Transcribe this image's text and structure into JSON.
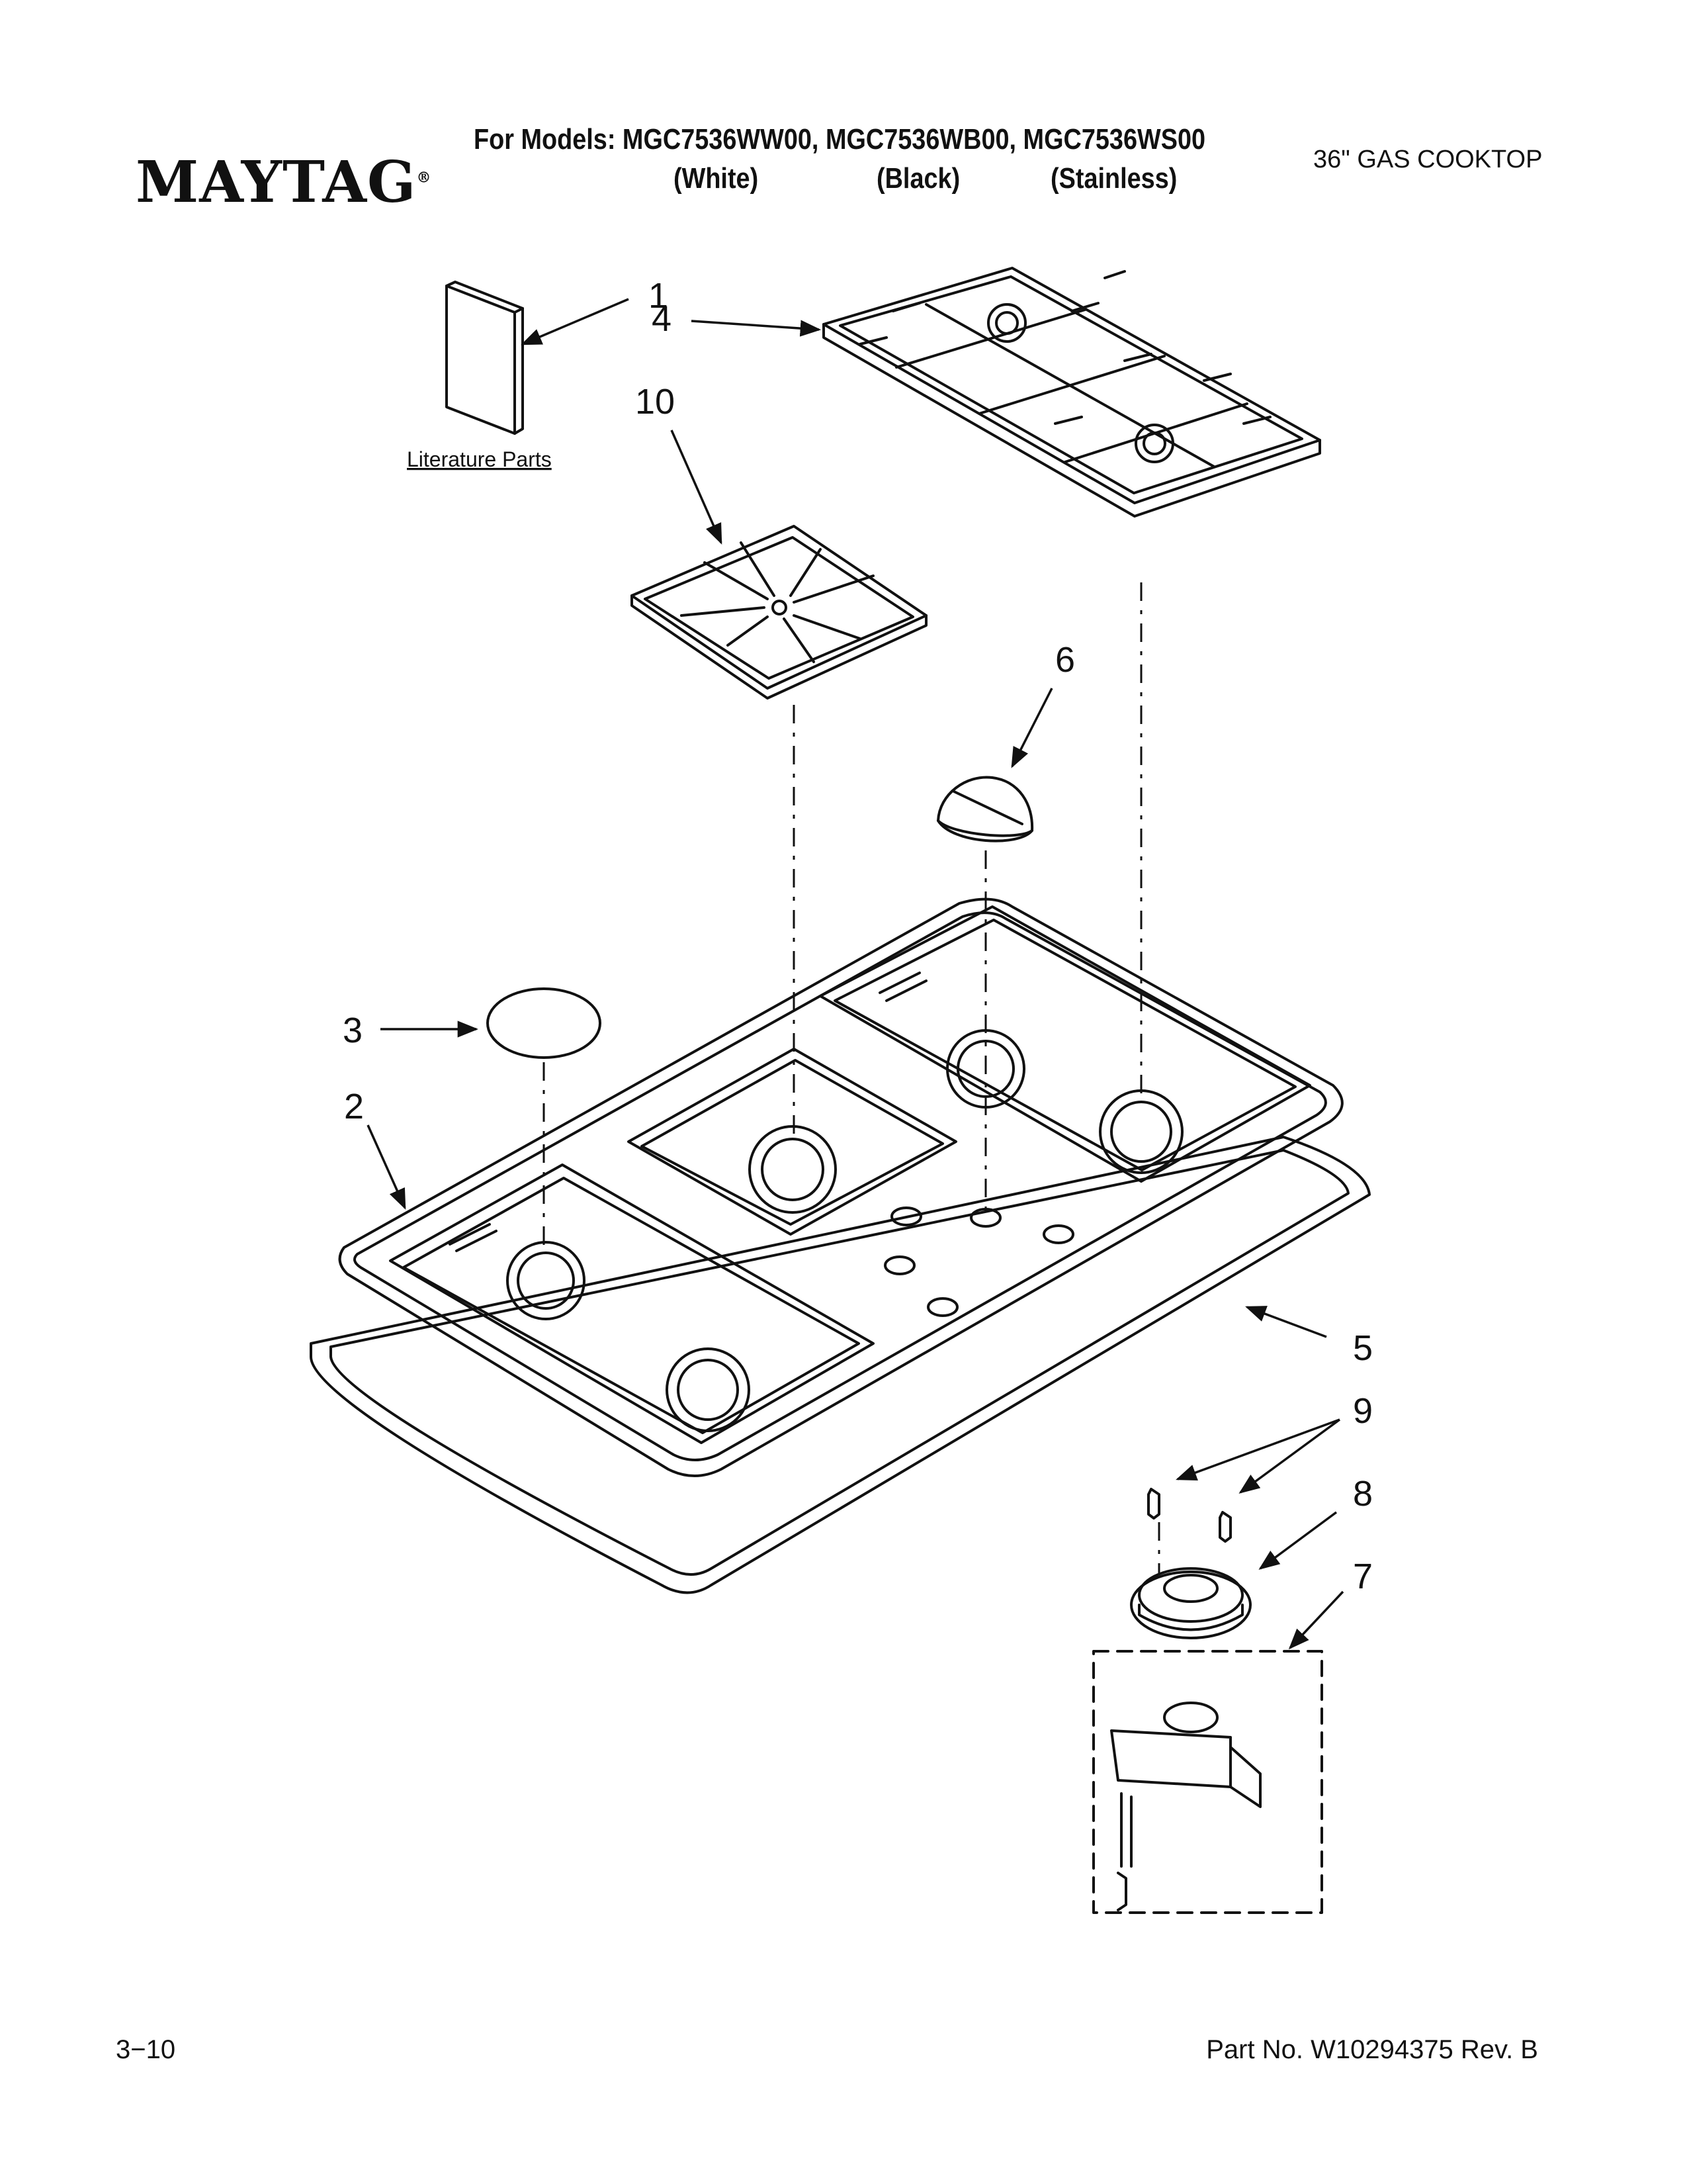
{
  "header": {
    "brand": "MAYTAG",
    "brand_mark": "®",
    "models_line": "For Models: MGC7536WW00, MGC7536WB00, MGC7536WS00",
    "colors": [
      "(White)",
      "(Black)",
      "(Stainless)"
    ],
    "product": "36\" GAS COOKTOP"
  },
  "diagram": {
    "callouts": [
      "1",
      "2",
      "3",
      "4",
      "5",
      "6",
      "7",
      "8",
      "9",
      "10"
    ],
    "literature_label": "Literature Parts"
  },
  "footer": {
    "page": "3−10",
    "part_number": "Part No. W10294375 Rev. B"
  }
}
